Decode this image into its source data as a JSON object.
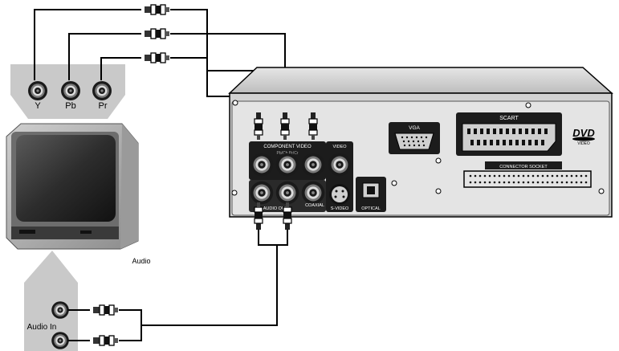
{
  "tv_inputs": {
    "y": "Y",
    "pb": "Pb",
    "pr": "Pr"
  },
  "audio_caption": "Audio",
  "audio_input": "Audio In",
  "player_panel": {
    "component_video": "COMPONENT VIDEO",
    "component_sub": "Pb/Cb   Pr/Cr",
    "video": "VIDEO",
    "audio_out": "AUDIO OUT",
    "coaxial": "COAXIAL",
    "svideo": "S-VIDEO",
    "optical": "OPTICAL",
    "vga": "VGA",
    "scart": "SCART",
    "connector_socket": "CONNECTOR SOCKET",
    "logo_main": "DVD",
    "logo_sub": "VIDEO"
  }
}
